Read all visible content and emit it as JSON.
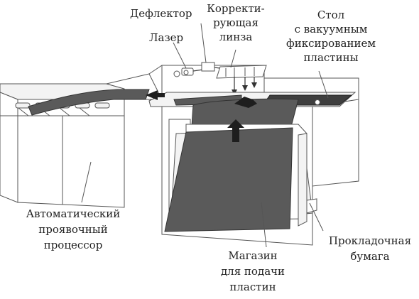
{
  "labels": {
    "deflector": "Дефлектор",
    "lens": [
      "Корректи-",
      "рующая",
      "линза"
    ],
    "table": [
      "Стол",
      "с вакуумным",
      "фиксированием",
      "пластины"
    ],
    "laser": "Лазер",
    "processor": [
      "Автоматический",
      "проявочный",
      "процессор"
    ],
    "interleaf": [
      "Прокладочная",
      "бумага"
    ],
    "magazine": [
      "Магазин",
      "для подачи",
      "пластин"
    ]
  },
  "colors": {
    "plate": "#5a5a5a",
    "arrow": "#1e1e1e",
    "outline": "#555555"
  }
}
